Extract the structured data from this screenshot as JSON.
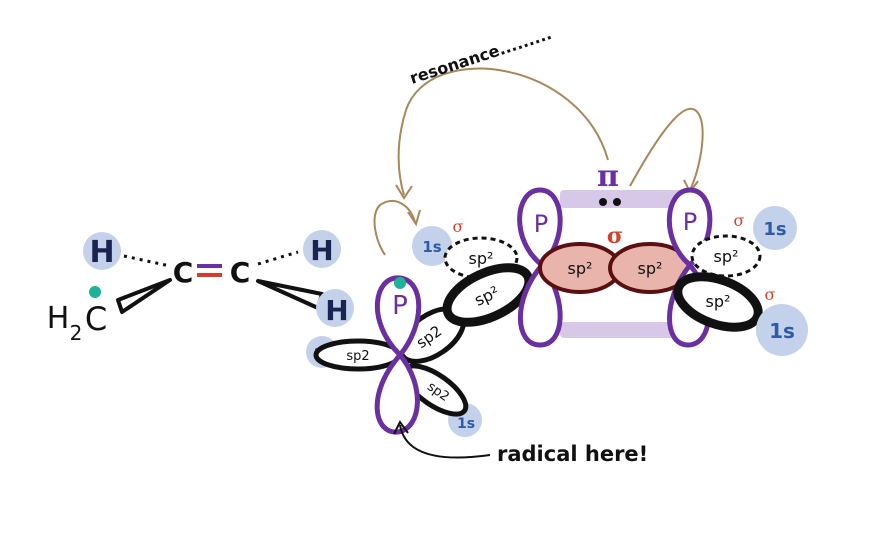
{
  "left_structure": {
    "h_top_left": "H",
    "h_top_right": "H",
    "h_right": "H",
    "carbon_1": "C",
    "carbon_2": "C",
    "ch2_h": "H",
    "ch2_sub": "2",
    "ch2_c": "C"
  },
  "orbital_labels": {
    "p": "P",
    "sp2": "sp²",
    "sp2_alt": "sp2",
    "one_s": "1s",
    "pi": "π",
    "sigma": "σ"
  },
  "annotations": {
    "resonance": "resonance.........",
    "radical": "radical here!"
  },
  "colors": {
    "purple": "#6a2fa0",
    "lavender": "#d8c8e8",
    "light_blue": "#c3d2ea",
    "blue_text": "#2f5aa8",
    "pink_fill": "#e8b4ac",
    "dark_red": "#5a1010",
    "brown_arrow": "#a8875a",
    "teal_dot": "#1fb29a",
    "red_sigma": "#d8402a",
    "navy": "#1b2350",
    "red_bond": "#d83a2a"
  }
}
